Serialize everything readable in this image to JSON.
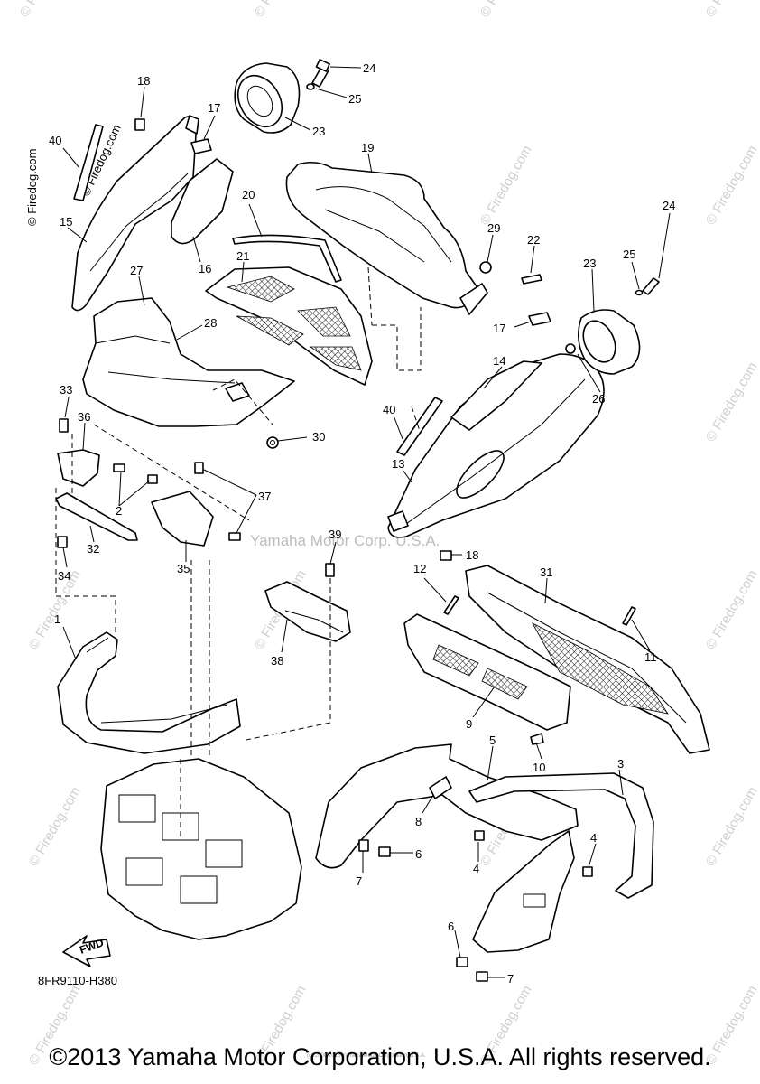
{
  "watermark": "© Firedog.com",
  "center_watermark": "Yamaha Motor Corp. U.S.A.",
  "catalog_code": "8FR9110-H380",
  "fwd_label": "FWD",
  "copyright": "©2013 Yamaha Motor Corporation, U.S.A. All rights reserved.",
  "fine_print": "(c) 2000-2015 Yamaha Motor Corporation, U.S.A.",
  "callouts": [
    "1",
    "2",
    "3",
    "4",
    "5",
    "6",
    "7",
    "8",
    "9",
    "10",
    "11",
    "12",
    "13",
    "14",
    "15",
    "16",
    "17",
    "18",
    "19",
    "20",
    "21",
    "22",
    "23",
    "24",
    "25",
    "26",
    "27",
    "28",
    "29",
    "30",
    "31",
    "32",
    "33",
    "34",
    "35",
    "36",
    "37",
    "38",
    "39",
    "40"
  ]
}
